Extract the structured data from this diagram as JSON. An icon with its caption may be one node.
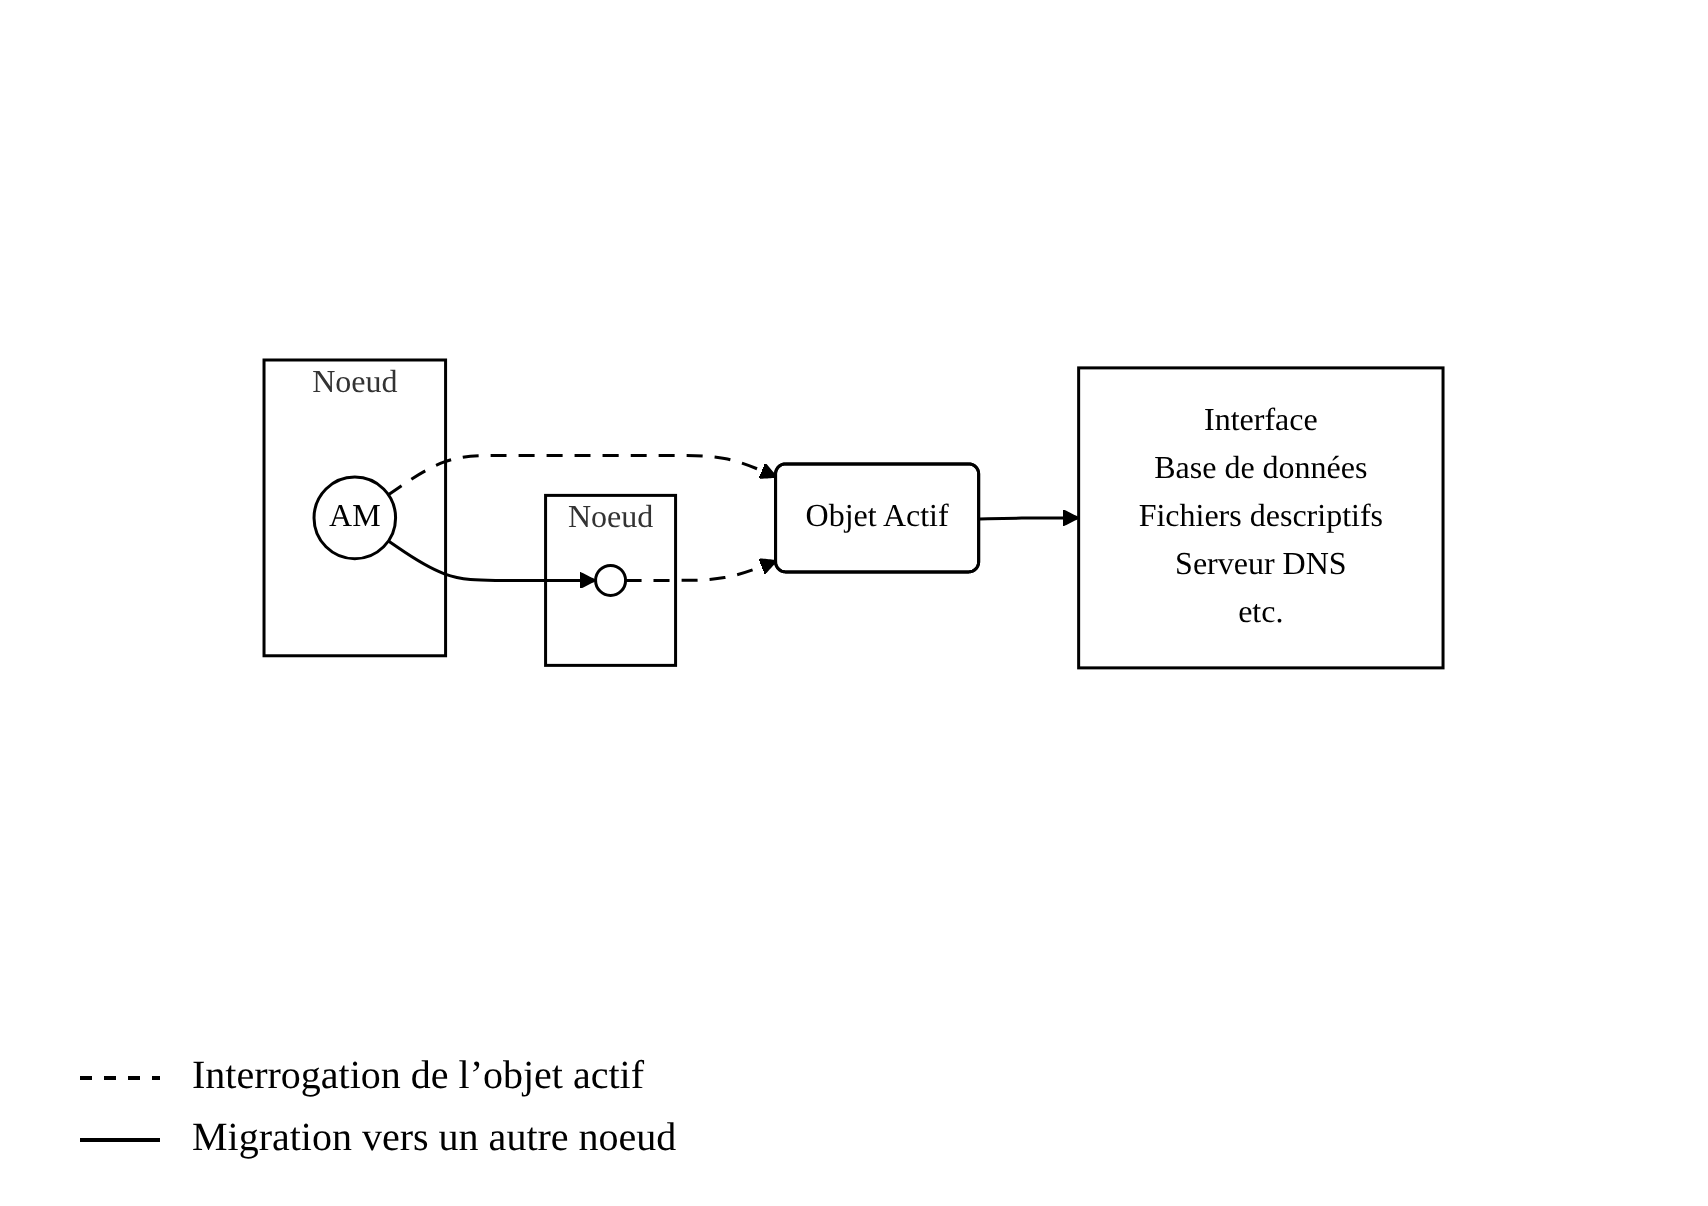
{
  "diagram": {
    "nodes": [
      {
        "text": [
          "Noeud"
        ]
      },
      {
        "text": [
          "AM"
        ],
        "in": 0
      },
      {
        "text": [
          "Noeud"
        ]
      },
      {
        "text": [],
        "shape": "circle",
        "in": 2
      },
      {
        "text": [
          "Objet Actif"
        ]
      },
      {
        "text": [
          "Interface",
          "Base de données",
          "Fichiers descriptifs",
          "Serveur DNS",
          "etc."
        ]
      }
    ],
    "edges": [
      {
        "from": 1,
        "to": 3,
        "arrow": "to"
      },
      {
        "from": 1,
        "to": 4,
        "arrow": "to",
        "style": "dashed"
      },
      {
        "from": 3,
        "to": 4,
        "arrow": "to",
        "style": "dashed"
      },
      {
        "from": 4,
        "to": 5,
        "arrow": "to"
      }
    ],
    "legend": [
      {
        "text": "Interrogation de l’objet actif"
      },
      {
        "text": "Migration vers un autre noeud"
      }
    ]
  }
}
